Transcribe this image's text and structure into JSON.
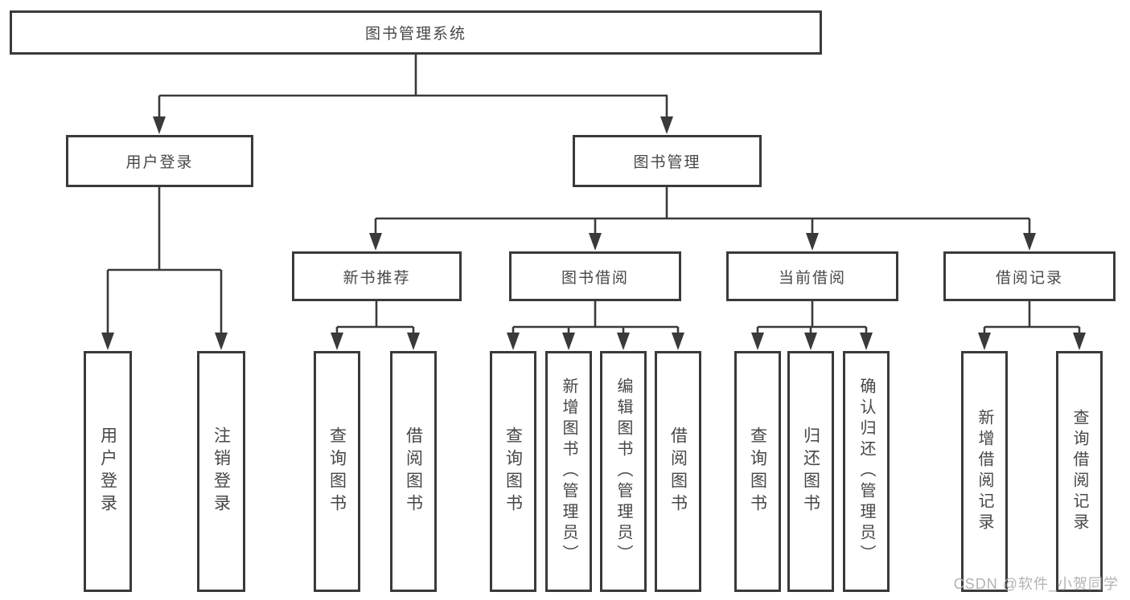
{
  "colors": {
    "line": "#3a3a3a",
    "box_border": "#3a3a3a",
    "box_fill": "#ffffff",
    "text": "#474747",
    "watermark": "#b3b3b3",
    "background": "#ffffff"
  },
  "watermark": {
    "text": "CSDN @软件_小贺同学"
  },
  "tree": {
    "root": {
      "label": "图书管理系统"
    },
    "level2": [
      {
        "label": "用户登录",
        "children": [
          {
            "label": "用户登录"
          },
          {
            "label": "注销登录"
          }
        ]
      },
      {
        "label": "图书管理",
        "children": [
          {
            "label": "新书推荐",
            "children": [
              {
                "label": "查询图书"
              },
              {
                "label": "借阅图书"
              }
            ]
          },
          {
            "label": "图书借阅",
            "children": [
              {
                "label": "查询图书"
              },
              {
                "label": "新增图书（管理员）"
              },
              {
                "label": "编辑图书（管理员）"
              },
              {
                "label": "借阅图书"
              }
            ]
          },
          {
            "label": "当前借阅",
            "children": [
              {
                "label": "查询图书"
              },
              {
                "label": "归还图书"
              },
              {
                "label": "确认归还（管理员）"
              }
            ]
          },
          {
            "label": "借阅记录",
            "children": [
              {
                "label": "新增借阅记录"
              },
              {
                "label": "查询借阅记录"
              }
            ]
          }
        ]
      }
    ]
  }
}
